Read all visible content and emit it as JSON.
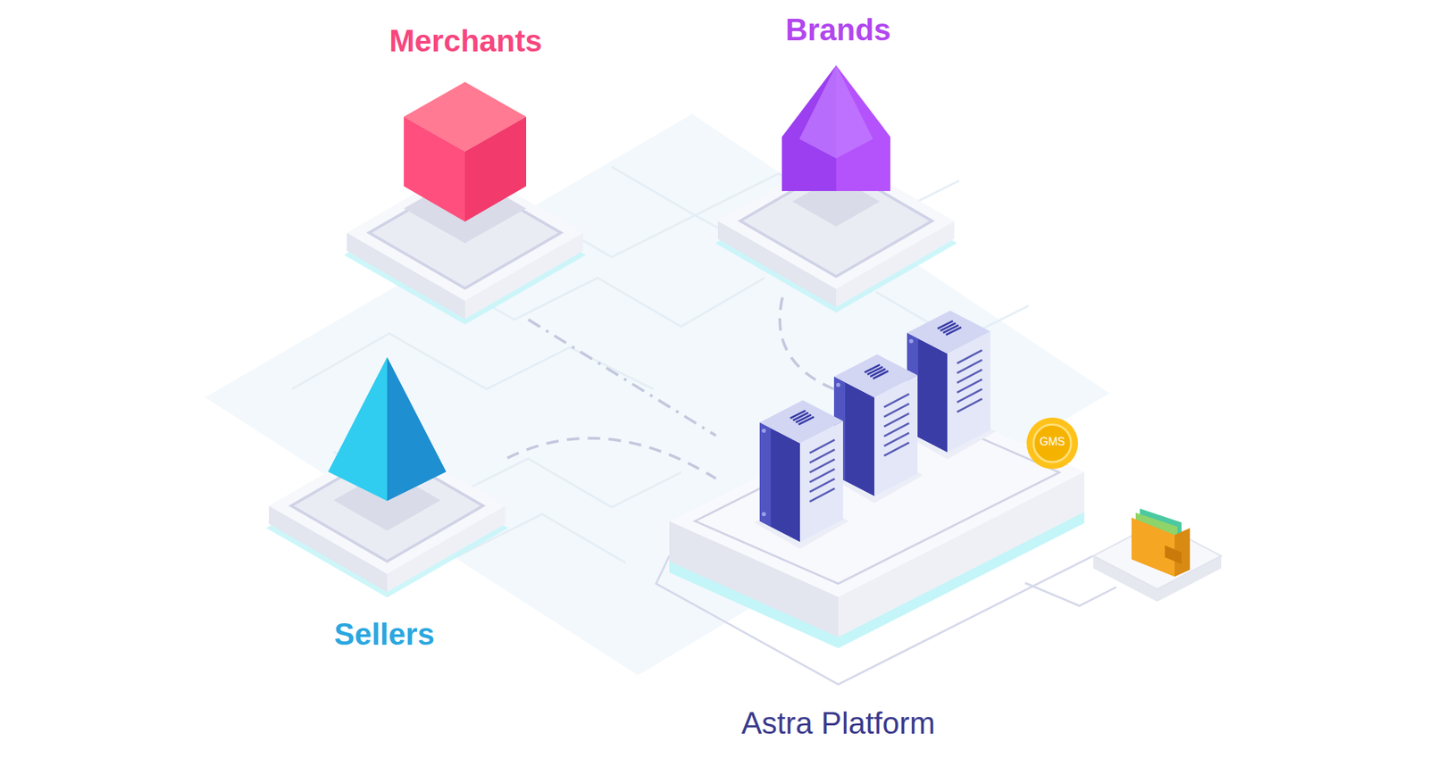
{
  "diagram": {
    "nodes": [
      {
        "text": [
          "Merchants"
        ]
      },
      {
        "text": [
          "Brands"
        ]
      },
      {
        "text": [
          "Sellers"
        ]
      },
      {
        "text": [
          "Astra Platform"
        ]
      },
      {
        "text": [
          "GMS"
        ],
        "in": 3
      }
    ],
    "edges": [
      {
        "from": 0,
        "to": 3,
        "arrow": "none"
      },
      {
        "from": 1,
        "to": 3,
        "arrow": "none"
      },
      {
        "from": 2,
        "to": 3,
        "arrow": "none"
      }
    ]
  }
}
